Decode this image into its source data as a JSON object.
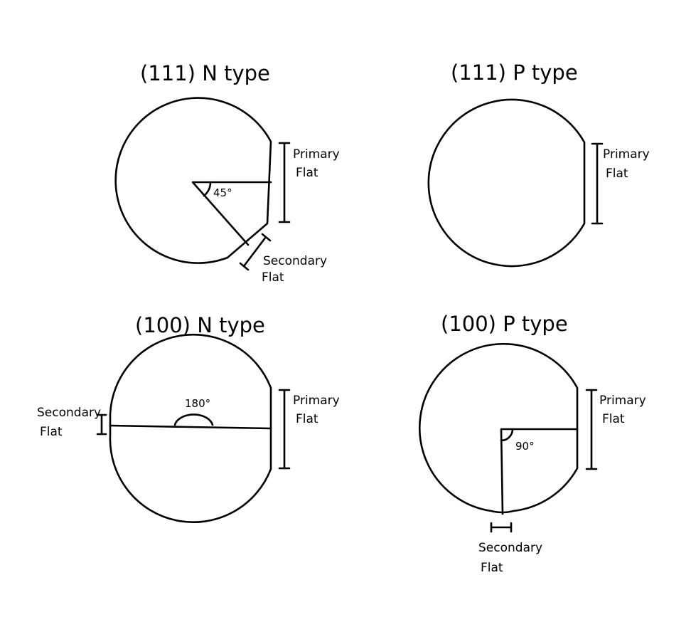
{
  "panels": {
    "p111n": {
      "title": "(111) N type",
      "primary_flat": [
        "Primary",
        "Flat"
      ],
      "secondary_flat": [
        "Secondary",
        "Flat"
      ],
      "angle": "45°"
    },
    "p111p": {
      "title": "(111) P type",
      "primary_flat": [
        "Primary",
        "Flat"
      ]
    },
    "p100n": {
      "title": "(100) N type",
      "primary_flat": [
        "Primary",
        "Flat"
      ],
      "secondary_flat": [
        "Secondary",
        "Flat"
      ],
      "angle": "180°"
    },
    "p100p": {
      "title": "(100) P type",
      "primary_flat": [
        "Primary",
        "Flat"
      ],
      "secondary_flat": [
        "Secondary",
        "Flat"
      ],
      "angle": "90°"
    }
  }
}
